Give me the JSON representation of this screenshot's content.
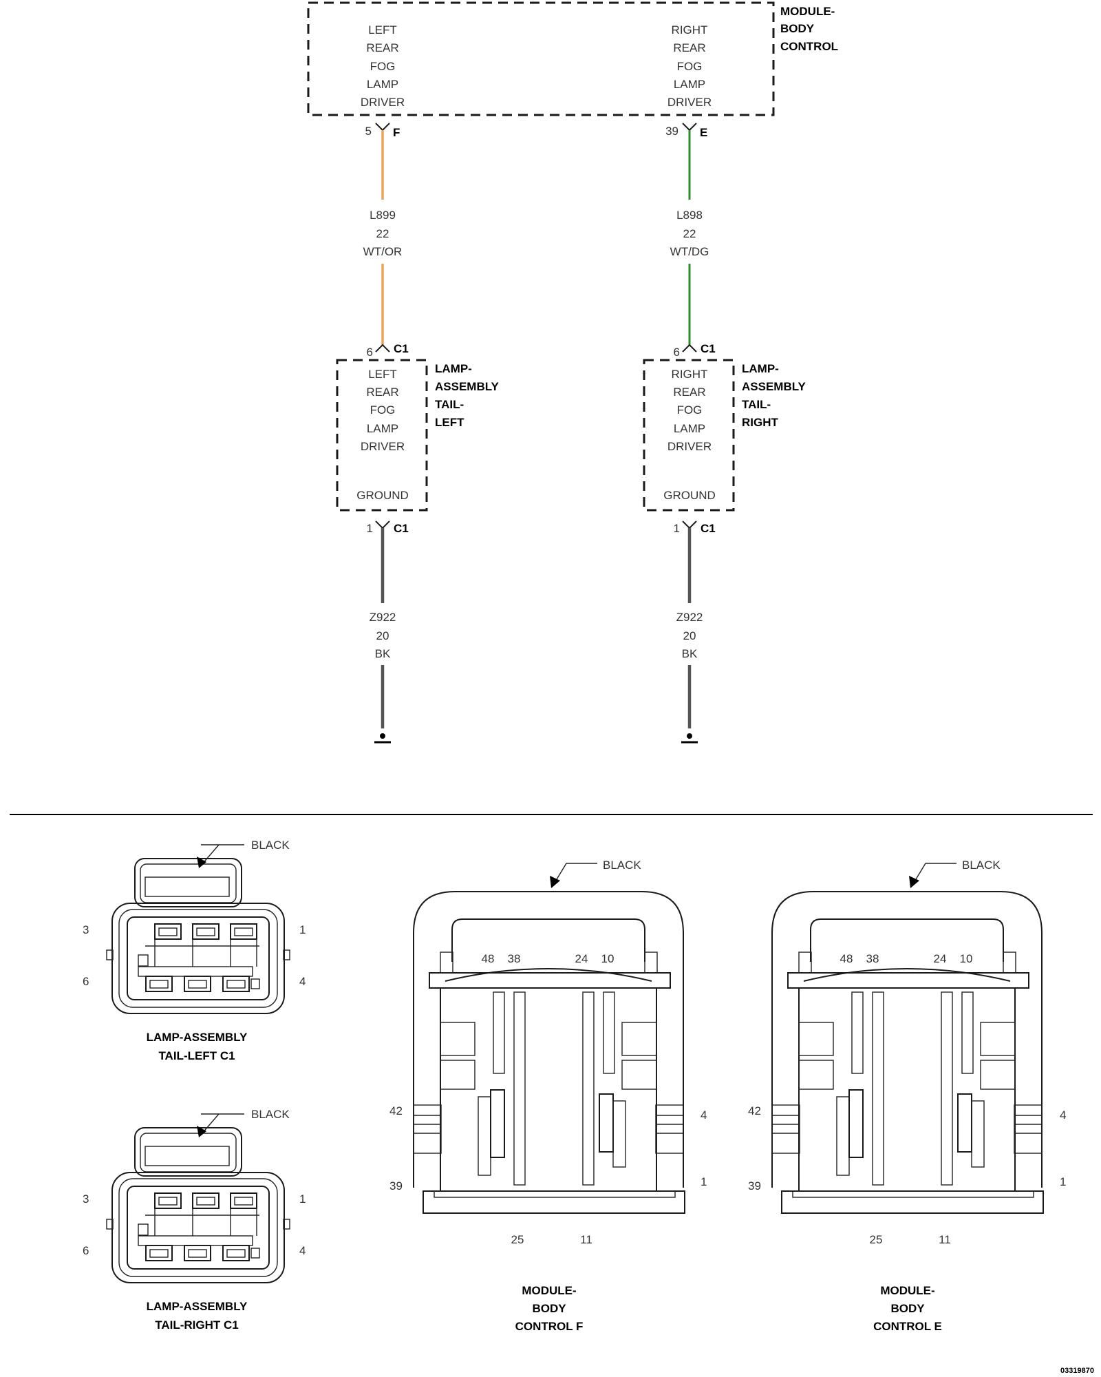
{
  "modules": {
    "bcm": {
      "name": [
        "MODULE-",
        "BODY",
        "CONTROL"
      ],
      "left_function": [
        "LEFT",
        "REAR",
        "FOG",
        "LAMP",
        "DRIVER"
      ],
      "right_function": [
        "RIGHT",
        "REAR",
        "FOG",
        "LAMP",
        "DRIVER"
      ]
    },
    "lamp_left": {
      "name": [
        "LAMP-",
        "ASSEMBLY",
        "TAIL-",
        "LEFT"
      ],
      "function": [
        "LEFT",
        "REAR",
        "FOG",
        "LAMP",
        "DRIVER"
      ],
      "ground": "GROUND"
    },
    "lamp_right": {
      "name": [
        "LAMP-",
        "ASSEMBLY",
        "TAIL-",
        "RIGHT"
      ],
      "function": [
        "RIGHT",
        "REAR",
        "FOG",
        "LAMP",
        "DRIVER"
      ],
      "ground": "GROUND"
    }
  },
  "circuits": {
    "left_feed": {
      "pin": "5",
      "connector": "F",
      "circuit": "L899",
      "gauge": "22",
      "color_code": "WT/OR",
      "wire_color": "#e9a25f"
    },
    "right_feed": {
      "pin": "39",
      "connector": "E",
      "circuit": "L898",
      "gauge": "22",
      "color_code": "WT/DG",
      "wire_color": "#2f8a2f"
    },
    "left_lamp_in": {
      "pin": "6",
      "connector": "C1"
    },
    "right_lamp_in": {
      "pin": "6",
      "connector": "C1"
    },
    "left_ground": {
      "pin": "1",
      "connector": "C1",
      "circuit": "Z922",
      "gauge": "20",
      "color_code": "BK",
      "wire_color": "#555555"
    },
    "right_ground": {
      "pin": "1",
      "connector": "C1",
      "circuit": "Z922",
      "gauge": "20",
      "color_code": "BK",
      "wire_color": "#555555"
    }
  },
  "connector_views": {
    "tail_left_c1": {
      "color": "BLACK",
      "pins": {
        "top_left": "3",
        "top_right": "1",
        "bottom_left": "6",
        "bottom_right": "4"
      },
      "caption": [
        "LAMP-ASSEMBLY",
        "TAIL-LEFT C1"
      ]
    },
    "tail_right_c1": {
      "color": "BLACK",
      "pins": {
        "top_left": "3",
        "top_right": "1",
        "bottom_left": "6",
        "bottom_right": "4"
      },
      "caption": [
        "LAMP-ASSEMBLY",
        "TAIL-RIGHT C1"
      ]
    },
    "bcm_f": {
      "color": "BLACK",
      "top_pins": [
        "48",
        "38",
        "24",
        "10"
      ],
      "side_left": [
        "42",
        "39"
      ],
      "side_right": [
        "4",
        "1"
      ],
      "bottom_pins": [
        "25",
        "11"
      ],
      "caption": [
        "MODULE-",
        "BODY",
        "CONTROL F"
      ]
    },
    "bcm_e": {
      "color": "BLACK",
      "top_pins": [
        "48",
        "38",
        "24",
        "10"
      ],
      "side_left": [
        "42",
        "39"
      ],
      "side_right": [
        "4",
        "1"
      ],
      "bottom_pins": [
        "25",
        "11"
      ],
      "caption": [
        "MODULE-",
        "BODY",
        "CONTROL E"
      ]
    }
  },
  "figure_id": "03319870"
}
